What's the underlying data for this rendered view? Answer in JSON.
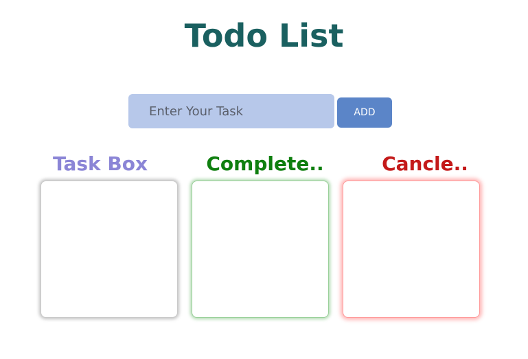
{
  "page": {
    "title": "Todo List"
  },
  "form": {
    "input_placeholder": "Enter Your Task",
    "input_value": "",
    "add_label": "ADD"
  },
  "columns": [
    {
      "label": "Task Box",
      "color": "#8b85d6"
    },
    {
      "label": "Complete..",
      "color": "#0f7f0f"
    },
    {
      "label": "Cancle..",
      "color": "#c41a1a"
    }
  ],
  "colors": {
    "title": "#1a6060",
    "input_bg": "#b7c8ea",
    "button_bg": "#5b85c8"
  }
}
